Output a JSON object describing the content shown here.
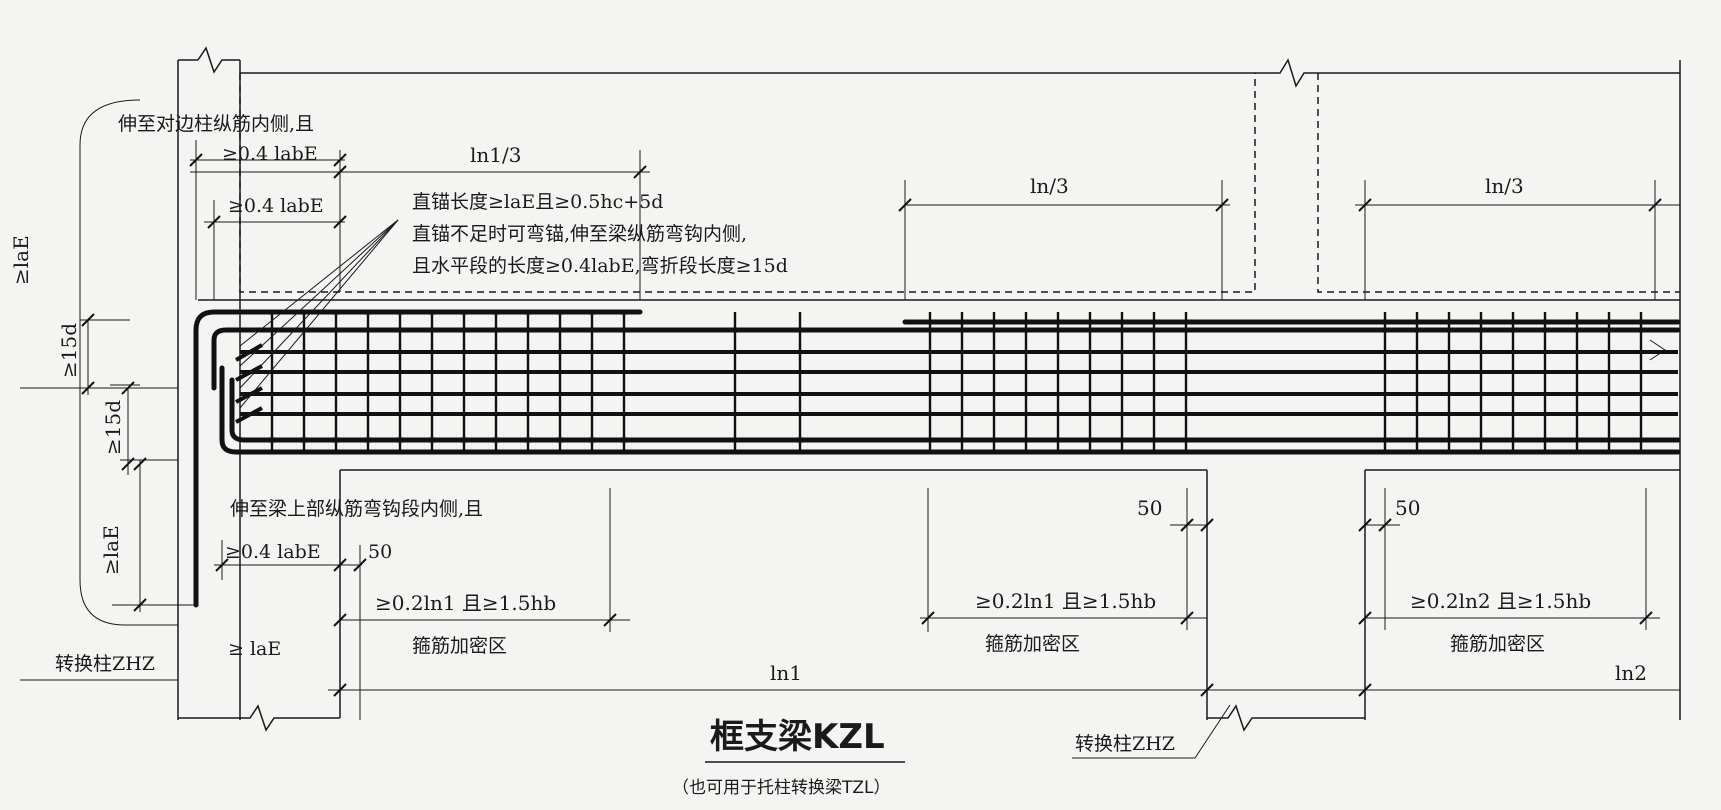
{
  "diagram": {
    "title": "框支梁KZL",
    "subtitle": "（也可用于托柱转换梁TZL）",
    "notes": {
      "top_left_1": "伸至对边柱纵筋内侧,且",
      "top_left_2": "≥0.4 labE",
      "top_left_3": "≥0.4 labE",
      "anchor_1": "直锚长度≥laE且≥0.5hc+5d",
      "anchor_2": "直锚不足时可弯锚,伸至梁纵筋弯钩内侧,",
      "anchor_3": "且水平段的长度≥0.4labE,弯折段长度≥15d",
      "bottom_note": "伸至梁上部纵筋弯钩段内侧,且",
      "bottom_04": "≥0.4 labE",
      "bottom_50": "50",
      "bottom_lae": "≥ laE",
      "column_label_left": "转换柱ZHZ",
      "column_label_bottom": "转换柱ZHZ"
    },
    "dims": {
      "ln1_third": "ln1/3",
      "ln_third_a": "ln/3",
      "ln_third_b": "ln/3",
      "lae_left": "≥laE",
      "d15_a": "≥15d",
      "d15_b": "≥15d",
      "lae_low": "≥laE",
      "dense_1": "≥0.2ln1 且≥1.5hb",
      "dense_2": "≥0.2ln1 且≥1.5hb",
      "dense_3": "≥0.2ln2 且≥1.5hb",
      "zone_1": "箍筋加密区",
      "zone_2": "箍筋加密区",
      "zone_3": "箍筋加密区",
      "fifty_a": "50",
      "fifty_b": "50",
      "ln1": "ln1",
      "ln2": "ln2"
    }
  }
}
